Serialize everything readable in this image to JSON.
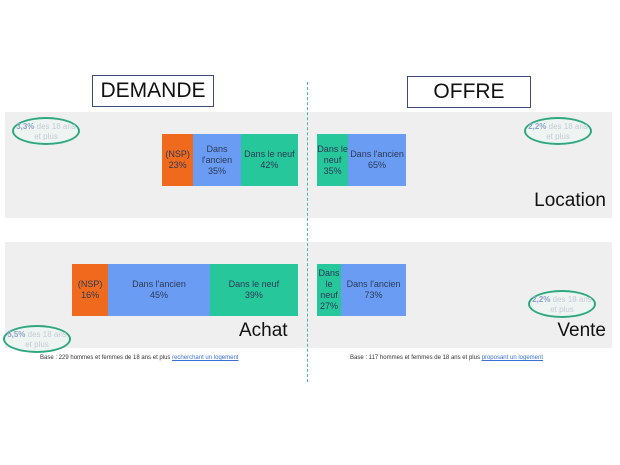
{
  "headers": {
    "left": "DEMANDE",
    "right": "OFFRE"
  },
  "labels": {
    "location": "Location",
    "achat": "Achat",
    "vente": "Vente"
  },
  "ovals": {
    "top_left": {
      "pct": "3,3%",
      "rest": " des 18 ans et plus"
    },
    "top_right": {
      "pct": "2,2%",
      "rest": " des 18 ans et plus"
    },
    "bottom_left": {
      "pct": "5,5%",
      "rest": " des 18 ans et plus"
    },
    "bottom_right": {
      "pct": "2,2%",
      "rest": " des 18 ans et plus"
    }
  },
  "base_notes": {
    "left": {
      "text": "Base : 229 hommes et femmes de 18 ans et plus ",
      "link": "recherchant un logement"
    },
    "right": {
      "text": "Base : 117 hommes et femmes de 18 ans et plus ",
      "link": "proposant un logement"
    }
  },
  "colors": {
    "nsp": "#f06a1e",
    "ancien": "#6a9cf4",
    "neuf": "#27c79c"
  },
  "chart_data": [
    {
      "type": "bar",
      "stacked": true,
      "orientation": "horizontal",
      "panel": "Demande - Location",
      "segments": [
        {
          "label": "(NSP)",
          "value": 23,
          "pct": "23%",
          "color": "#f06a1e"
        },
        {
          "label": "Dans l'ancien",
          "value": 35,
          "pct": "35%",
          "color": "#6a9cf4"
        },
        {
          "label": "Dans le neuf",
          "value": 42,
          "pct": "42%",
          "color": "#27c79c"
        }
      ]
    },
    {
      "type": "bar",
      "stacked": true,
      "orientation": "horizontal",
      "panel": "Offre - Location",
      "segments": [
        {
          "label": "Dans le neuf",
          "value": 35,
          "pct": "35%",
          "color": "#27c79c"
        },
        {
          "label": "Dans l'ancien",
          "value": 65,
          "pct": "65%",
          "color": "#6a9cf4"
        }
      ]
    },
    {
      "type": "bar",
      "stacked": true,
      "orientation": "horizontal",
      "panel": "Demande - Achat",
      "segments": [
        {
          "label": "(NSP)",
          "value": 16,
          "pct": "16%",
          "color": "#f06a1e"
        },
        {
          "label": "Dans l'ancien",
          "value": 45,
          "pct": "45%",
          "color": "#6a9cf4"
        },
        {
          "label": "Dans le neuf",
          "value": 39,
          "pct": "39%",
          "color": "#27c79c"
        }
      ]
    },
    {
      "type": "bar",
      "stacked": true,
      "orientation": "horizontal",
      "panel": "Offre - Vente",
      "segments": [
        {
          "label": "Dans le neuf",
          "value": 27,
          "pct": "27%",
          "color": "#27c79c"
        },
        {
          "label": "Dans l'ancien",
          "value": 73,
          "pct": "73%",
          "color": "#6a9cf4"
        }
      ]
    }
  ]
}
